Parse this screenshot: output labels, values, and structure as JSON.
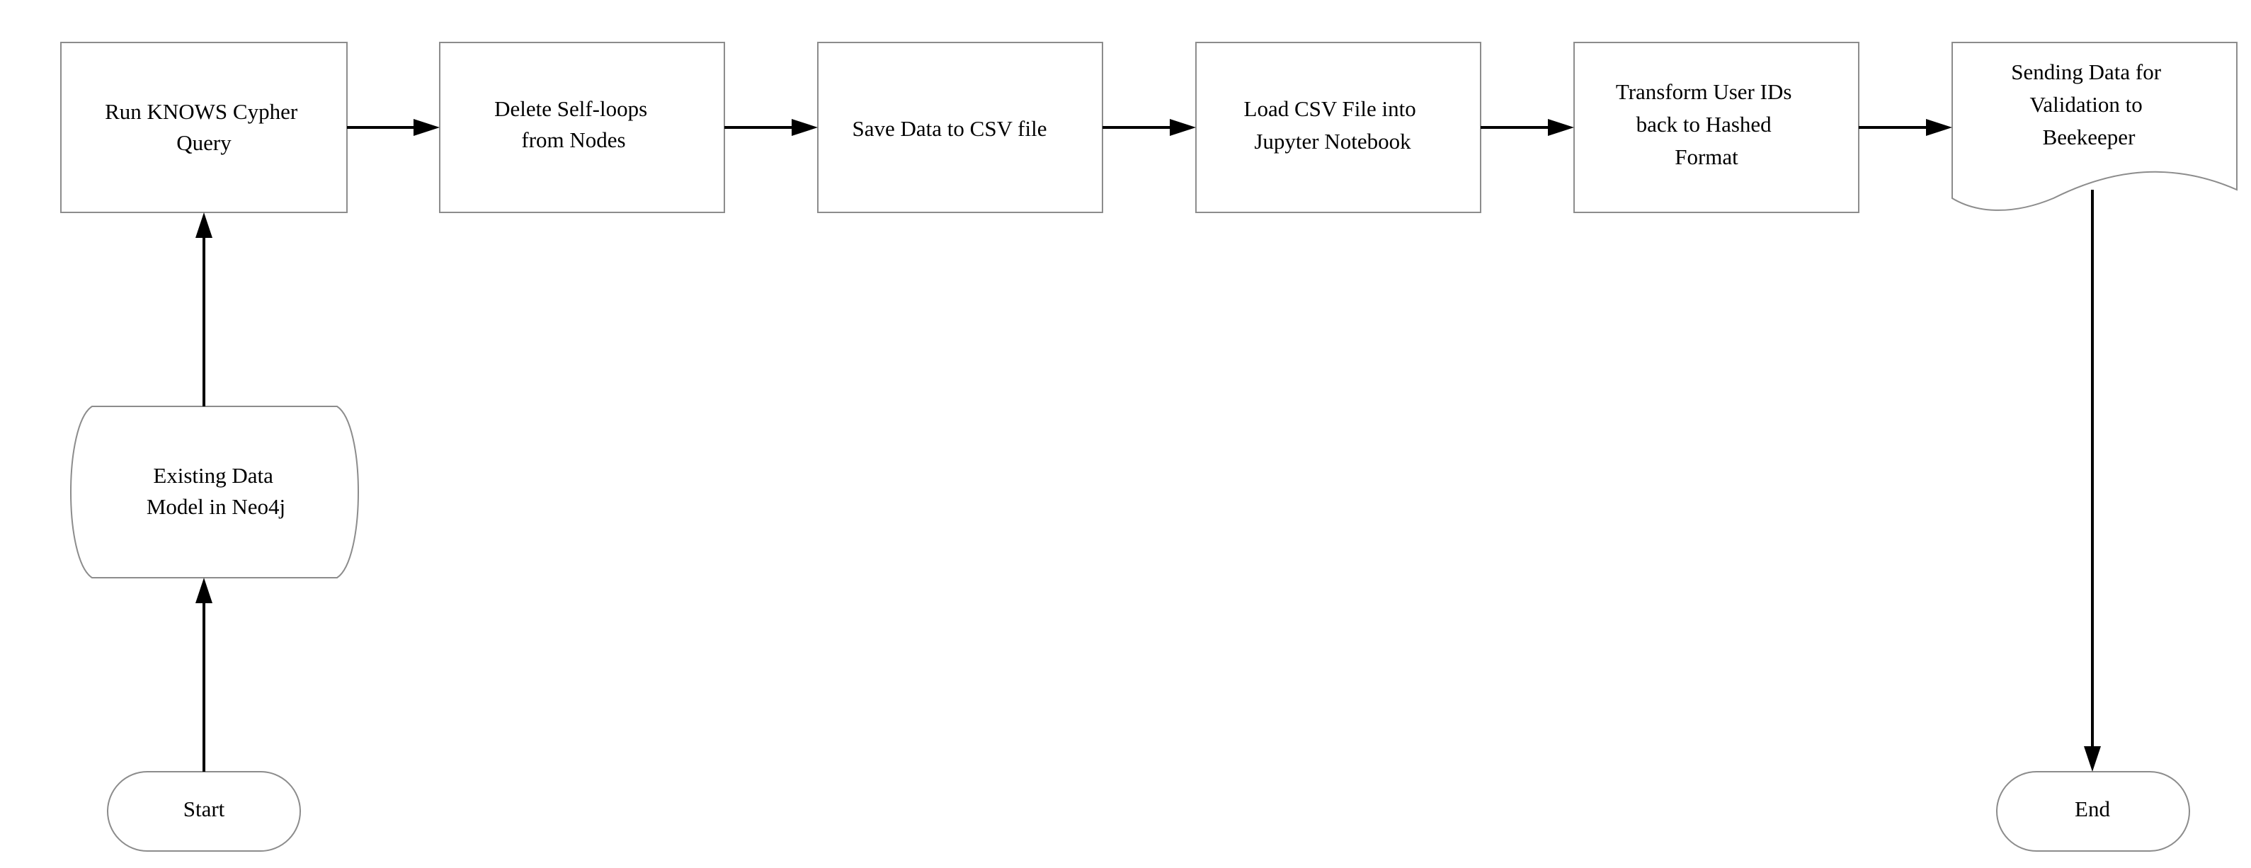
{
  "flowchart": {
    "start": "Start",
    "existing_data_model": [
      "Existing Data",
      "Model in Neo4j"
    ],
    "run_query": [
      "Run KNOWS Cypher",
      "Query"
    ],
    "delete_self_loops": [
      "Delete Self-loops",
      "from Nodes"
    ],
    "save_csv": [
      "Save Data to CSV file"
    ],
    "load_csv": [
      "Load CSV File into",
      "Jupyter Notebook"
    ],
    "transform_ids": [
      "Transform User IDs",
      "back to Hashed",
      "Format"
    ],
    "send_validation": [
      "Sending Data for",
      "Validation to",
      "Beekeeper"
    ],
    "end": "End"
  }
}
